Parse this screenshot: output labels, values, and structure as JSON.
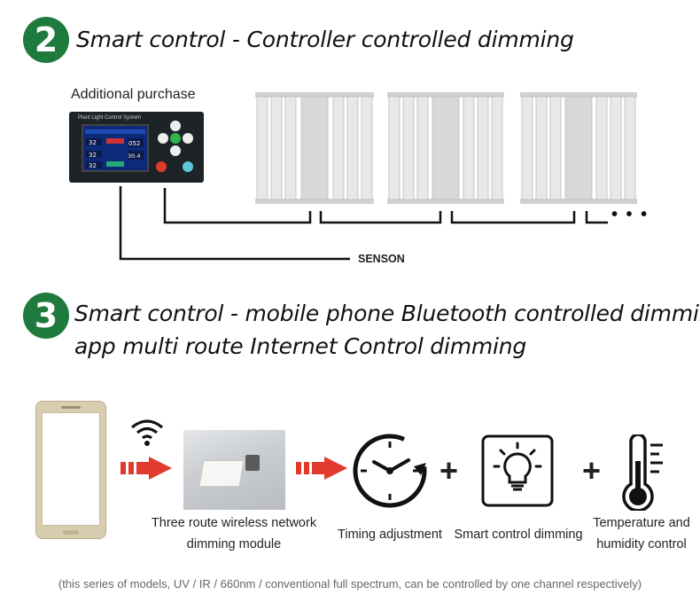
{
  "section2": {
    "number": "2",
    "title": "Smart control - Controller controlled dimming",
    "additional_purchase": "Additional purchase",
    "sensor_label": "SENSON",
    "controller_title": "Plant Light Control System",
    "more": "• • •"
  },
  "section3": {
    "number": "3",
    "title_line1": "Smart control - mobile phone Bluetooth controlled dimming",
    "title_line2": "app multi route Internet Control dimming",
    "module_caption_line1": "Three route wireless network",
    "module_caption_line2": "dimming module",
    "timing_caption": "Timing adjustment",
    "smart_caption": "Smart control dimming",
    "temp_caption_line1": "Temperature and",
    "temp_caption_line2": "humidity control",
    "plus": "+"
  },
  "footnote": "(this series of models, UV / IR / 660nm / conventional full spectrum, can be controlled by one channel respectively)"
}
